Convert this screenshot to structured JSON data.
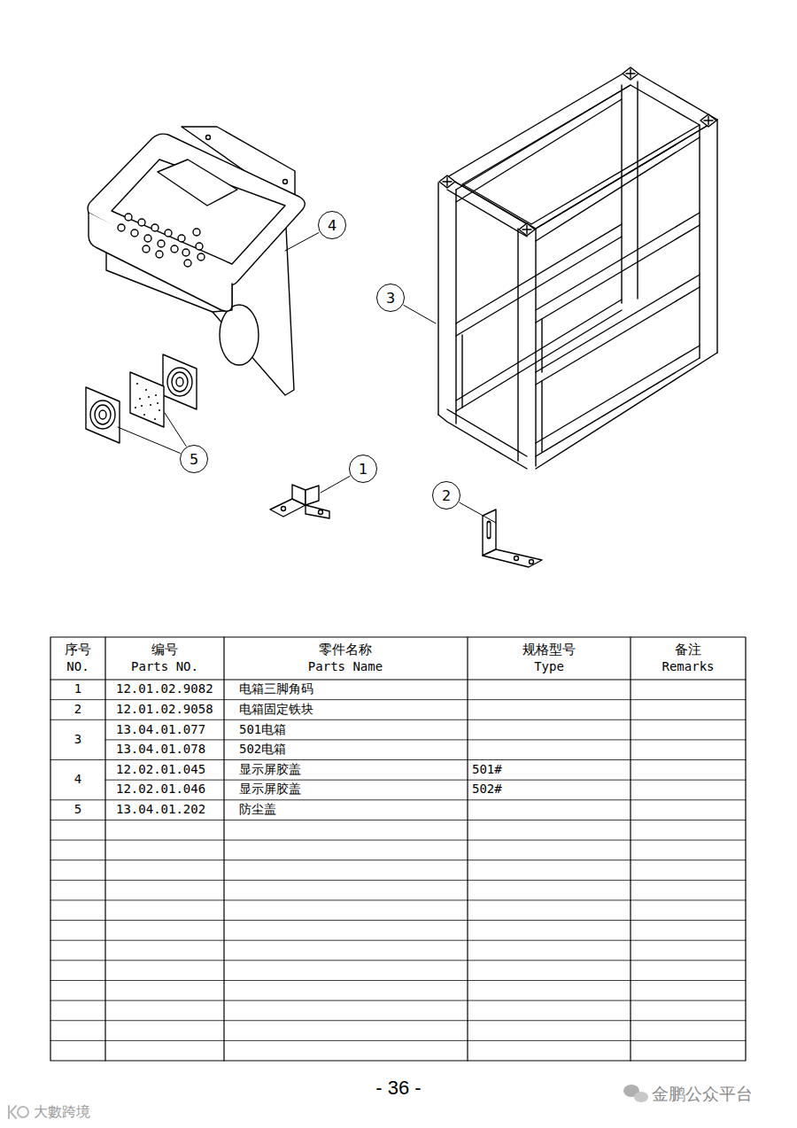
{
  "diagram": {
    "nodes": [
      {
        "text": [
          "1"
        ]
      },
      {
        "text": [
          "2"
        ]
      },
      {
        "text": [
          "3"
        ]
      },
      {
        "text": [
          "4"
        ]
      },
      {
        "text": [
          "5"
        ]
      }
    ],
    "labels": [
      "序号",
      "NO.",
      "编号",
      "Parts NO.",
      "零件名称",
      "Parts Name",
      "规格型号",
      "Type",
      "备注",
      "Remarks",
      "1",
      "12.01.02.9082",
      "电箱三脚角码",
      "2",
      "12.01.02.9058",
      "电箱固定铁块",
      "3",
      "13.04.01.077",
      "501电箱",
      "13.04.01.078",
      "502电箱",
      "4",
      "12.02.01.045",
      "显示屏胶盖",
      "501#",
      "12.02.01.046",
      "显示屏胶盖",
      "502#",
      "5",
      "13.04.01.202",
      "防尘盖",
      "- 36 -",
      "金鹏公众平台",
      "大數跨境"
    ]
  }
}
